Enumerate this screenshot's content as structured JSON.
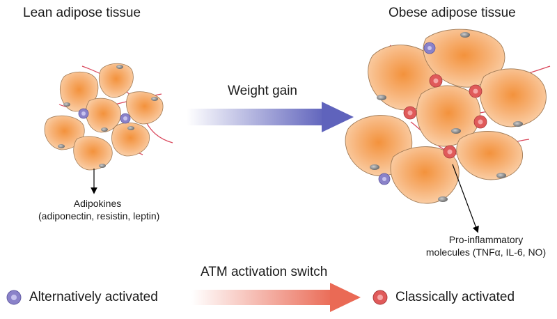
{
  "titles": {
    "lean": "Lean adipose tissue",
    "obese": "Obese adipose tissue"
  },
  "arrows": {
    "weight_gain": "Weight gain",
    "atm_switch": "ATM activation switch"
  },
  "labels": {
    "adipokines_line1": "Adipokines",
    "adipokines_line2": "(adiponectin, resistin, leptin)",
    "proinflam_line1": "Pro-inflammatory",
    "proinflam_line2": "molecules (TNFα, IL-6, NO)"
  },
  "legend": {
    "alternative": "Alternatively activated",
    "classical": "Classically activated"
  },
  "colors": {
    "adipocyte": "#f6b57a",
    "adipocyte_center": "#f39a4c",
    "nucleus": "#8d8d8d",
    "vessel": "#d9465a",
    "alt_macrophage": "#8a82c9",
    "classic_macrophage": "#e05a5a",
    "weight_arrow": "#6b6fc0",
    "atm_arrow": "#ec7560"
  }
}
